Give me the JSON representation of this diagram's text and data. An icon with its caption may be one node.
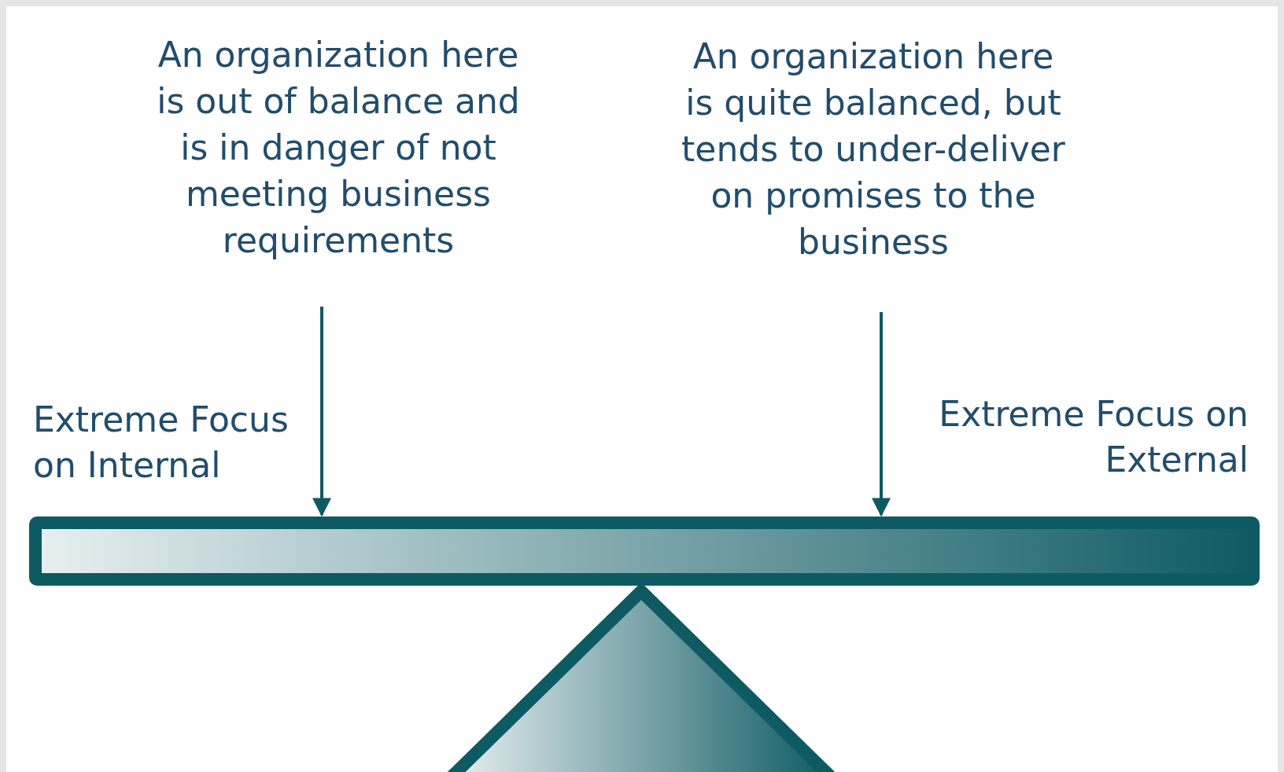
{
  "diagram": {
    "nodes": [
      {
        "text": [
          "An organization here is out of balance and is in danger of not meeting business requirements"
        ]
      },
      {
        "text": [
          "An organization here is quite balanced, but tends to under-deliver on promises to the business"
        ]
      },
      {
        "text": [],
        "shape": "bar"
      }
    ],
    "edges": [
      {
        "from": 0,
        "to": 2,
        "arrow": "to"
      },
      {
        "from": 1,
        "to": 2,
        "arrow": "to"
      }
    ],
    "labels": [
      "Extreme Focus on Internal",
      "Extreme Focus on External"
    ]
  }
}
